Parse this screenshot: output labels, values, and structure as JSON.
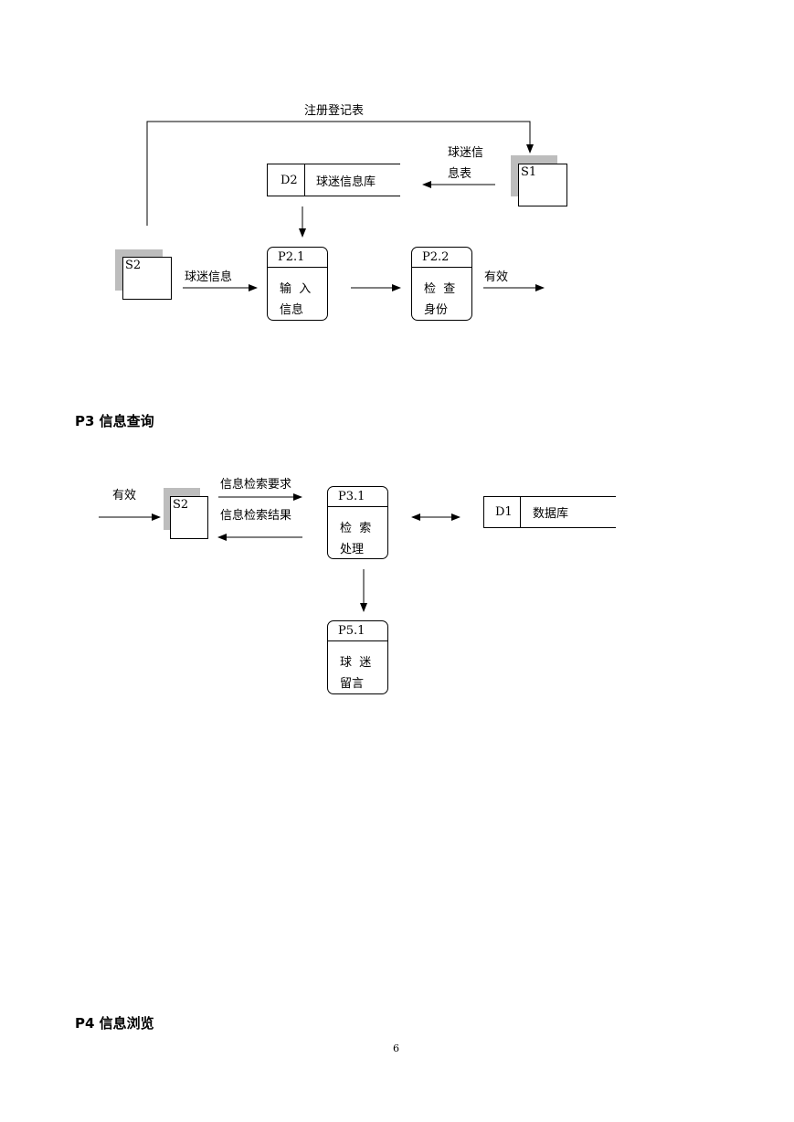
{
  "diagram1": {
    "top_flow_label": "注册登记表",
    "s1_flow_label_line1": "球迷信",
    "s1_flow_label_line2": "息表",
    "s1_label": "S1",
    "s2_label": "S2",
    "store": {
      "id": "D2",
      "name": "球迷信息库"
    },
    "s2_flow_label": "球迷信息",
    "p21": {
      "id": "P2.1",
      "line1": "输  入",
      "line2": "信息"
    },
    "p22": {
      "id": "P2.2",
      "line1": "检  查",
      "line2": "身份"
    },
    "out_label": "有效"
  },
  "section_p3": {
    "heading": "P3 信息查询"
  },
  "diagram2": {
    "in_label": "有效",
    "s2_label": "S2",
    "request_label": "信息检索要求",
    "result_label": "信息检索结果",
    "p31": {
      "id": "P3.1",
      "line1": "检  索",
      "line2": "处理"
    },
    "store": {
      "id": "D1",
      "name": "数据库"
    },
    "p51": {
      "id": "P5.1",
      "line1": "球  迷",
      "line2": "留言"
    }
  },
  "section_p4": {
    "heading": "P4 信息浏览"
  },
  "page_number": "6"
}
